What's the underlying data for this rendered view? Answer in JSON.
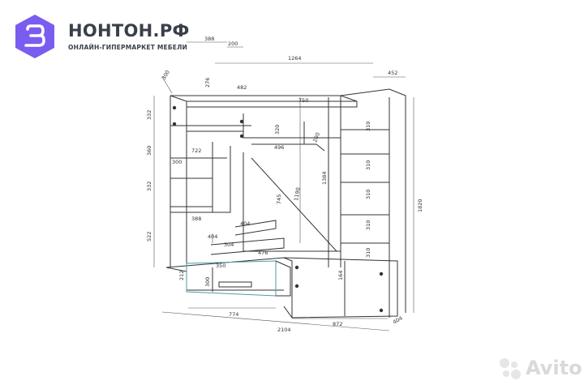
{
  "brand": {
    "name": "НОНТОН.РФ",
    "tagline": "ОНЛАЙН-ГИПЕРМАРКЕТ МЕБЕЛИ",
    "logo_color": "#7b5cf0"
  },
  "watermark": {
    "text": "Avito"
  },
  "dimensions": {
    "d388_top": "388",
    "d200_top": "200",
    "d1264": "1264",
    "d300_side": "300",
    "d276": "276",
    "d482": "482",
    "d750": "750",
    "d452": "452",
    "d332_a": "332",
    "d320_mid": "320",
    "d200_mid": "200",
    "d496": "496",
    "d360": "360",
    "d722": "722",
    "d300_b": "300",
    "d332_b": "332",
    "d388_b": "388",
    "d745": "745",
    "d1190": "1190",
    "d1384": "1384",
    "d522": "522",
    "d404_a": "404",
    "d404_b": "404",
    "d304": "304",
    "d476": "476",
    "d350": "350",
    "d212": "212",
    "d300_drawer": "300",
    "d164": "164",
    "d774": "774",
    "d872": "872",
    "d2104": "2104",
    "d404_c": "404",
    "d1820": "1820",
    "d310_a": "310",
    "d310_b": "310",
    "d310_c": "310",
    "d310_d": "310",
    "d310_e": "310"
  }
}
